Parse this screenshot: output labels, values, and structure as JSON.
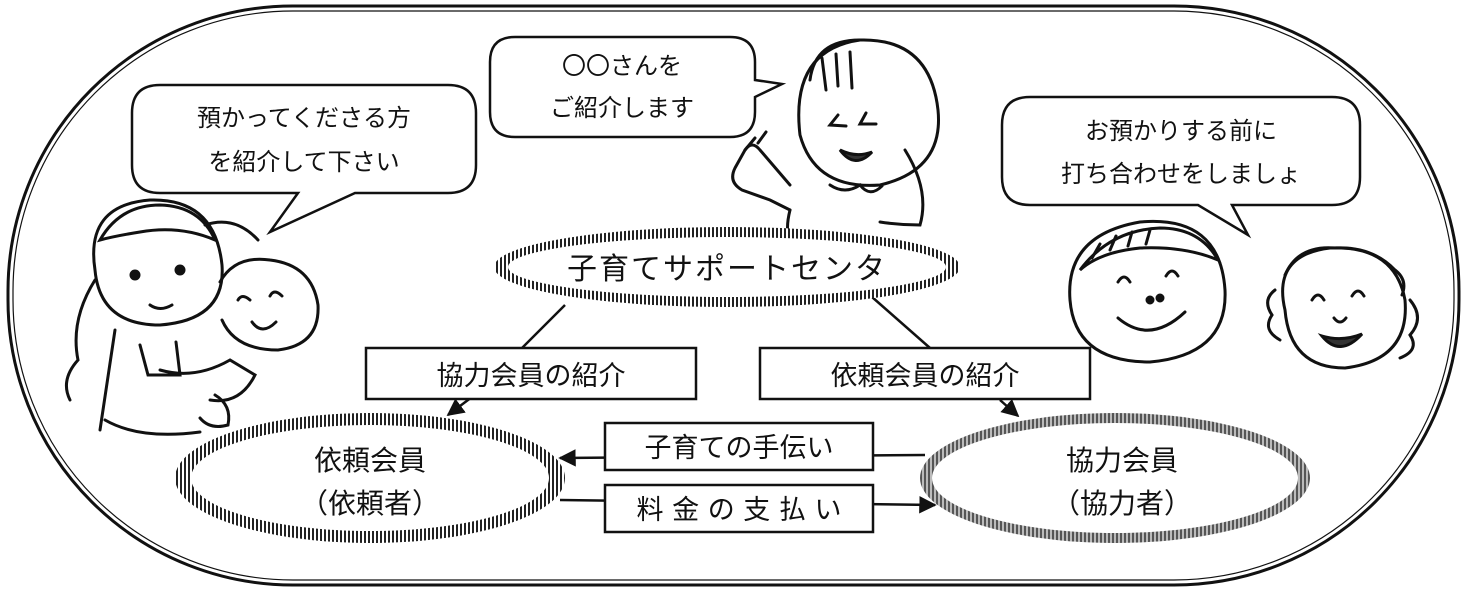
{
  "bubbles": {
    "coordinator": [
      "〇〇さんを",
      "ご紹介します"
    ],
    "parent": [
      "預かってくださる方",
      "を紹介して下さい"
    ],
    "helpers": [
      "お預かりする前に",
      "打ち合わせをしましょ"
    ]
  },
  "center": {
    "label": "子育てサポートセンタ"
  },
  "links": {
    "to_requester": "協力会員の紹介",
    "to_helper": "依頼会員の紹介",
    "childcare_help": "子育ての手伝い",
    "fee_payment": "料 金 の 支 払 い"
  },
  "members": {
    "requester": {
      "title": "依頼会員",
      "sub": "（依頼者）"
    },
    "helper": {
      "title": "協力会員",
      "sub": "（協力者）"
    }
  },
  "colors": {
    "line": "#111111",
    "stripe_dark": "#222222",
    "stripe_helper": "#555555",
    "background": "#ffffff"
  }
}
